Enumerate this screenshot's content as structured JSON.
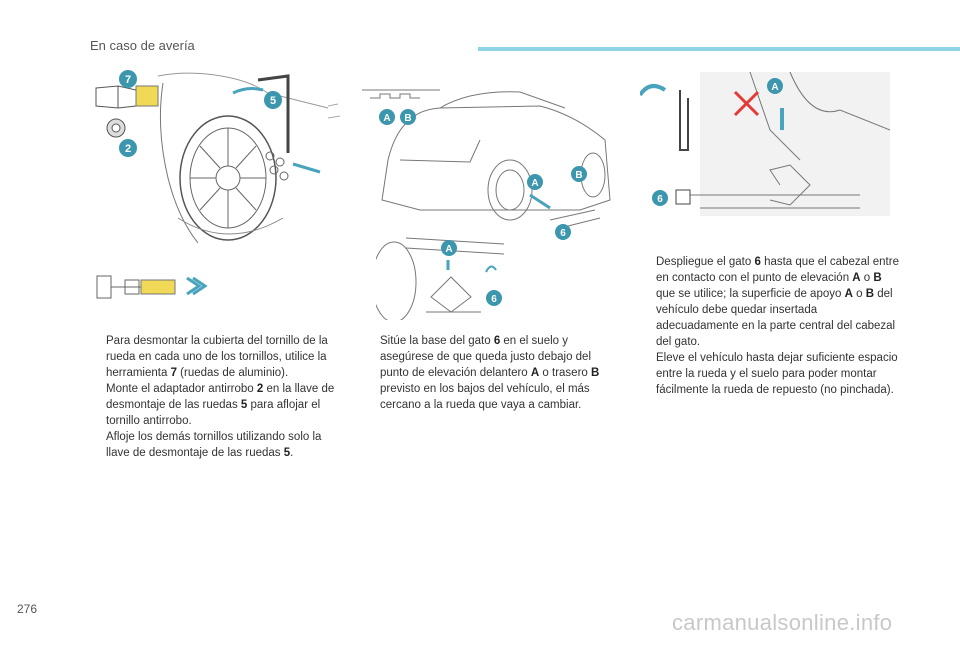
{
  "header": {
    "section_title": "En caso de avería",
    "accent_color": "#8fd3e6"
  },
  "callout_color": "#3c96ad",
  "figures": {
    "wheel": {
      "callouts": [
        "7",
        "5",
        "2"
      ]
    },
    "car": {
      "callouts": [
        "A",
        "B",
        "A",
        "B",
        "6"
      ]
    },
    "jack_small": {
      "callouts": [
        "A",
        "6"
      ]
    },
    "jack_big": {
      "callouts": [
        "A",
        "6"
      ]
    }
  },
  "columns": {
    "col1": [
      {
        "parts": [
          "Para desmontar la cubierta del tornillo de la rueda en cada uno de los tornillos, utilice la herramienta ",
          "7",
          " (ruedas de aluminio)."
        ]
      },
      {
        "parts": [
          "Monte el adaptador antirrobo ",
          "2",
          " en la llave de desmontaje de las ruedas ",
          "5",
          " para aflojar el tornillo antirrobo."
        ]
      },
      {
        "parts": [
          "Afloje los demás tornillos utilizando solo la llave de desmontaje de las ruedas ",
          "5",
          "."
        ]
      }
    ],
    "col2": [
      {
        "parts": [
          "Sitúe la base del gato ",
          "6",
          " en el suelo y asegúrese de que queda justo debajo del punto de elevación delantero ",
          "A",
          " o trasero ",
          "B",
          " previsto en los bajos del vehículo, el más cercano a la rueda que vaya a cambiar."
        ]
      }
    ],
    "col3": [
      {
        "parts": [
          "Despliegue el gato ",
          "6",
          " hasta que el cabezal entre en contacto con el punto de elevación ",
          "A",
          " o ",
          "B",
          " que se utilice; la superficie de apoyo ",
          "A",
          " o ",
          "B",
          " del vehículo debe quedar insertada adecuadamente en la parte central del cabezal del gato."
        ]
      },
      {
        "parts": [
          "Eleve el vehículo hasta dejar suficiente espacio entre la rueda y el suelo para poder montar fácilmente la rueda de repuesto (no pinchada)."
        ]
      }
    ]
  },
  "bullet_glyph": "",
  "page_number": "276",
  "watermark": "carmanualsonline.info"
}
